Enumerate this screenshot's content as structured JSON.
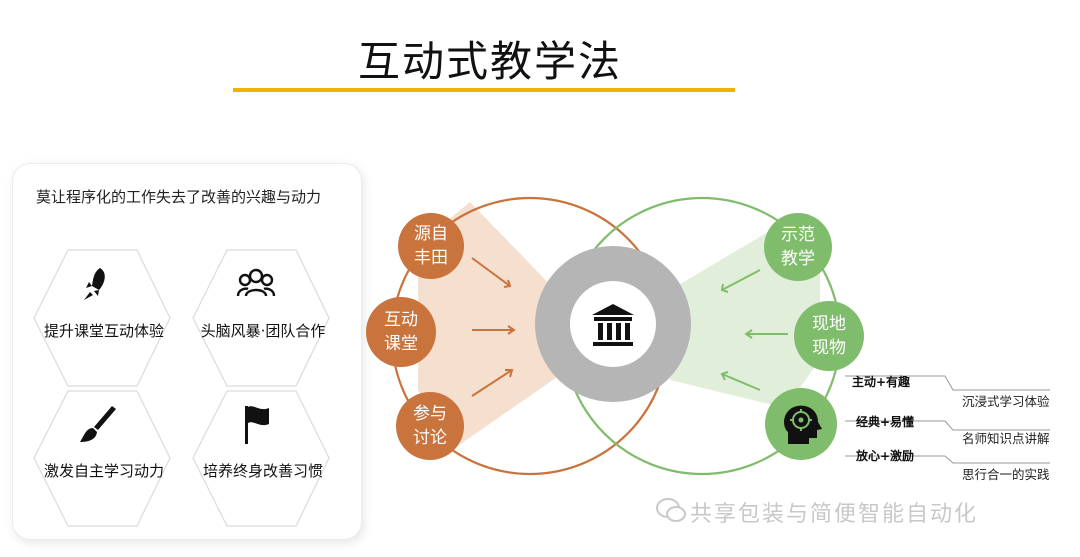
{
  "title": "互动式教学法",
  "left_panel": {
    "heading": "莫让程序化的工作失去了改善的兴趣与动力",
    "items": [
      {
        "label": "提升课堂互动体验",
        "icon": "rocket-icon"
      },
      {
        "label": "头脑风暴·团队合作",
        "icon": "team-icon"
      },
      {
        "label": "激发自主学习动力",
        "icon": "brush-icon"
      },
      {
        "label": "培养终身改善习惯",
        "icon": "flag-icon"
      }
    ]
  },
  "diagram": {
    "left_nodes": [
      {
        "line1": "源自",
        "line2": "丰田"
      },
      {
        "line1": "互动",
        "line2": "课堂"
      },
      {
        "line1": "参与",
        "line2": "讨论"
      }
    ],
    "right_nodes": [
      {
        "line1": "示范",
        "line2": "教学"
      },
      {
        "line1": "现地",
        "line2": "现物"
      }
    ],
    "center_icon": "institution-icon",
    "head_icon": "head-target-icon",
    "pairs": [
      "主动+有趣",
      "经典+易懂",
      "放心+激励"
    ],
    "explanations": [
      "沉浸式学习体验",
      "名师知识点讲解",
      "思行合一的实践"
    ]
  },
  "watermark": "共享包装与简便智能自动化",
  "colors": {
    "accent": "#f0b400",
    "orange": "#c9733d",
    "green": "#7fbc6b",
    "gray": "#b5b5b5"
  }
}
